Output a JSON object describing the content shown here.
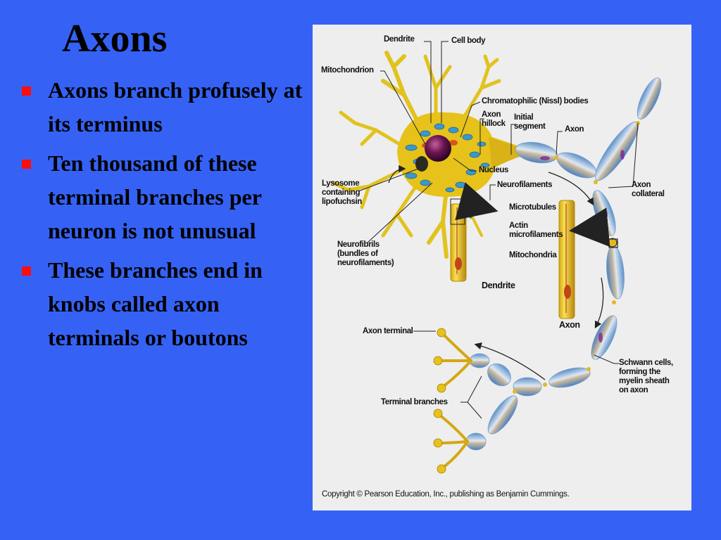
{
  "slide": {
    "title": "Axons",
    "background_color": "#3562f5",
    "bullet_color": "#ff0d0d",
    "bullets": [
      {
        "text": "Axons branch profusely at its terminus"
      },
      {
        "text": "Ten thousand of these terminal branches per neuron is not unusual"
      },
      {
        "text": "These branches end in knobs called axon terminals or boutons"
      }
    ]
  },
  "figure": {
    "background_color": "#eeeeee",
    "labels": {
      "dendrite_top": "Dendrite",
      "cell_body": "Cell body",
      "mitochondrion": "Mitochondrion",
      "nissl": "Chromatophilic (Nissl) bodies",
      "axon_hillock": "Axon\nhillock",
      "initial_segment": "Initial\nsegment",
      "axon_top": "Axon",
      "nucleus": "Nucleus",
      "lysosome": "Lysosome\ncontaining\nlipofuchsin",
      "neurofilaments": "Neurofilaments",
      "microtubules": "Microtubules",
      "actin": "Actin\nmicrofilaments",
      "mitochondria": "Mitochondria",
      "neurofibrils": "Neurofibrils\n(bundles of\nneurofilaments)",
      "dendrite_bottom": "Dendrite",
      "axon_bottom": "Axon",
      "axon_collateral": "Axon\ncollateral",
      "axon_terminal": "Axon terminal",
      "terminal_branches": "Terminal branches",
      "schwann": "Schwann cells,\nforming the\nmyelin sheath\non axon"
    },
    "copyright": "Copyright © Pearson Education, Inc., publishing as Benjamin Cummings."
  }
}
